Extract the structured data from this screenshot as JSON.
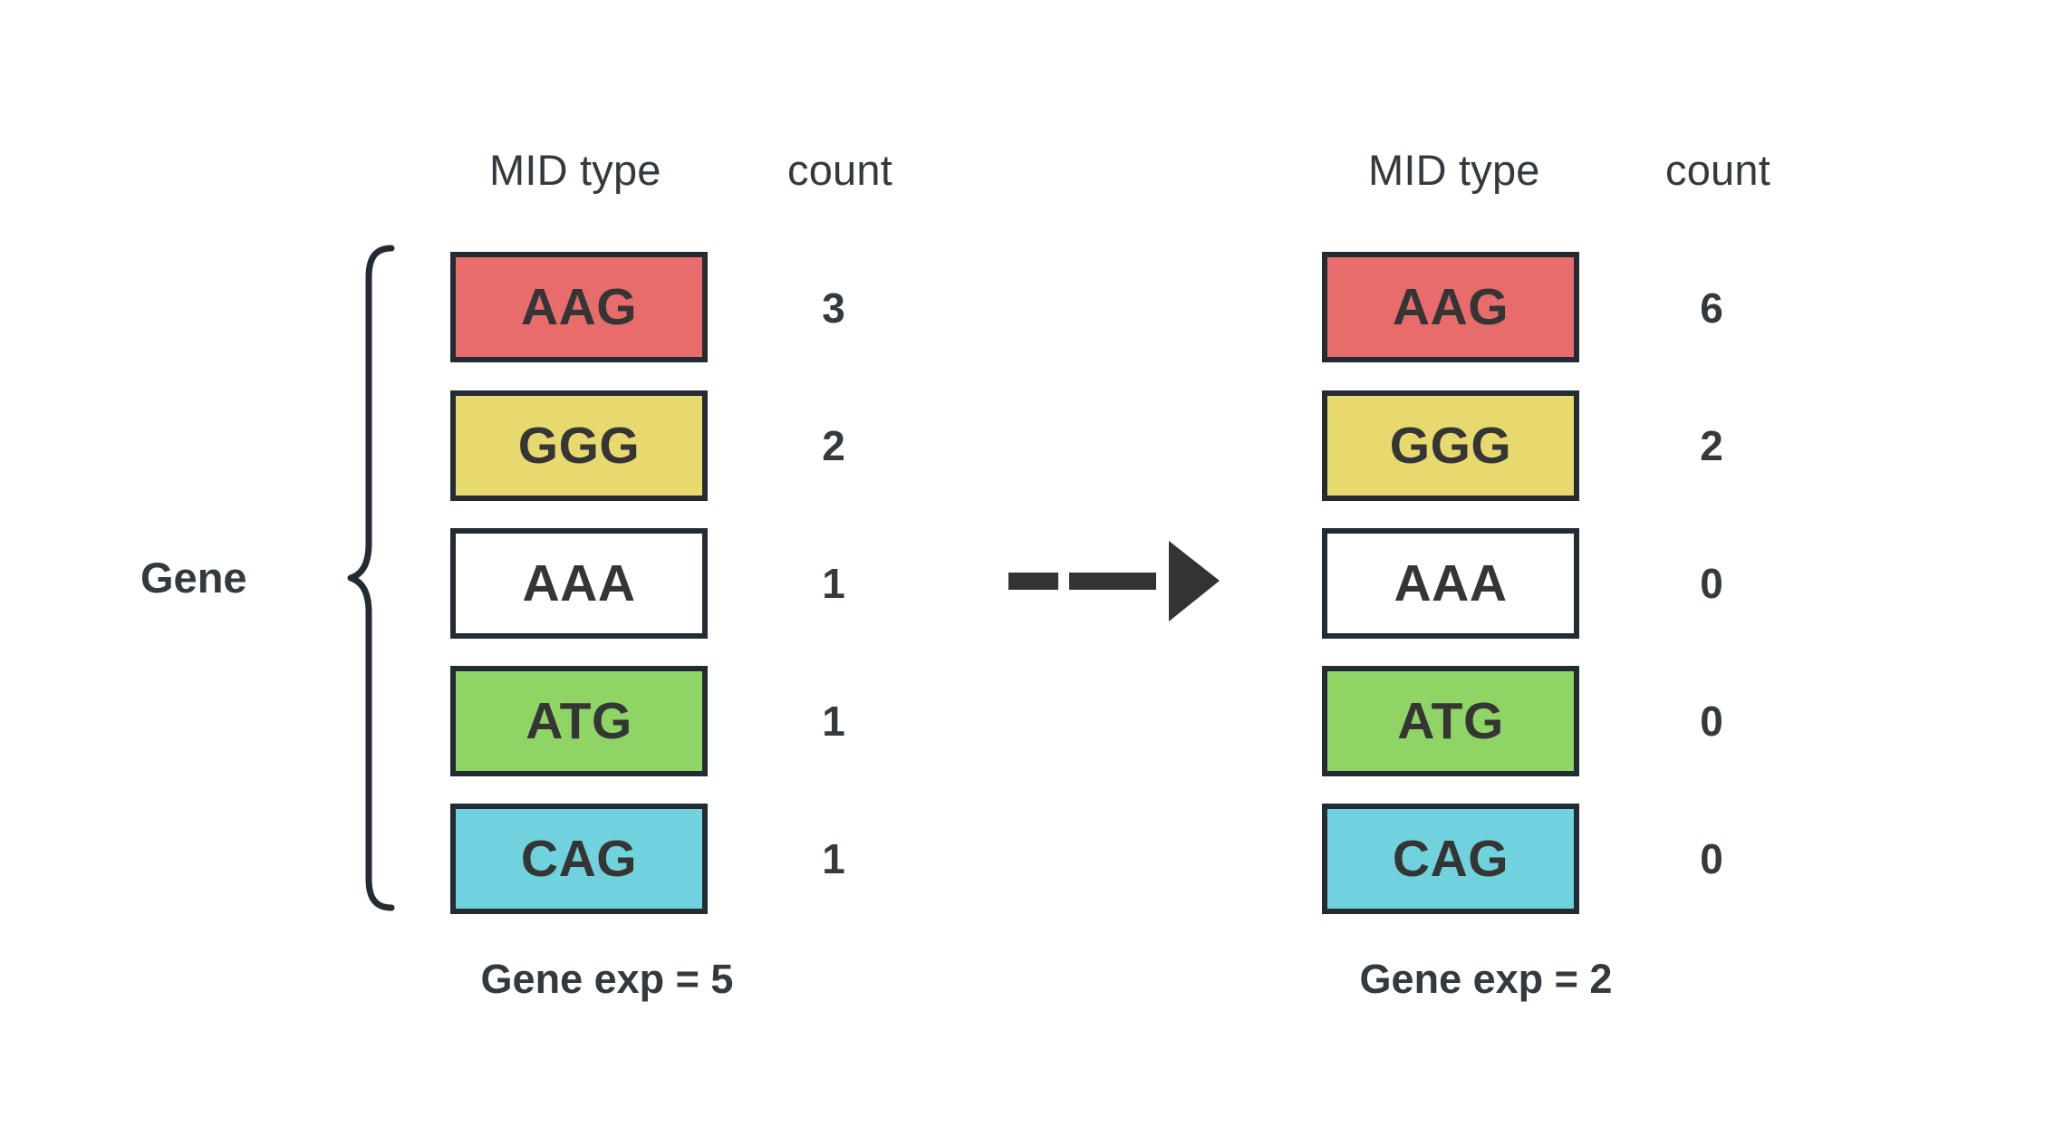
{
  "figure": {
    "background_color": "#ffffff",
    "outline_color": "#232b33",
    "text_color": "#333a3f"
  },
  "gene_bracket": {
    "label": "Gene",
    "icon": "curly-brace-icon"
  },
  "columns": {
    "mid_type_header": "MID type",
    "count_header": "count"
  },
  "mid_types": [
    {
      "label": "AAG",
      "color": "#e96c6c"
    },
    {
      "label": "GGG",
      "color": "#e8d96e"
    },
    {
      "label": "AAA",
      "color": "#ffffff"
    },
    {
      "label": "ATG",
      "color": "#8fd566"
    },
    {
      "label": "CAG",
      "color": "#6fd2dc"
    }
  ],
  "panels": [
    {
      "name": "before",
      "mid_type_header": "MID type",
      "count_header": "count",
      "rows": [
        {
          "mid": "AAG",
          "color": "#e96c6c",
          "count": "3"
        },
        {
          "mid": "GGG",
          "color": "#e8d96e",
          "count": "2"
        },
        {
          "mid": "AAA",
          "color": "#ffffff",
          "count": "1"
        },
        {
          "mid": "ATG",
          "color": "#8fd566",
          "count": "1"
        },
        {
          "mid": "CAG",
          "color": "#6fd2dc",
          "count": "1"
        }
      ],
      "gene_exp": "Gene exp = 5"
    },
    {
      "name": "after",
      "mid_type_header": "MID type",
      "count_header": "count",
      "rows": [
        {
          "mid": "AAG",
          "color": "#e96c6c",
          "count": "6"
        },
        {
          "mid": "GGG",
          "color": "#e8d96e",
          "count": "2"
        },
        {
          "mid": "AAA",
          "color": "#ffffff",
          "count": "0"
        },
        {
          "mid": "ATG",
          "color": "#8fd566",
          "count": "0"
        },
        {
          "mid": "CAG",
          "color": "#6fd2dc",
          "count": "0"
        }
      ],
      "gene_exp": "Gene exp = 2"
    }
  ],
  "arrow": {
    "icon": "dashed-arrow-right-icon",
    "style": "dashed",
    "color": "#333333"
  }
}
